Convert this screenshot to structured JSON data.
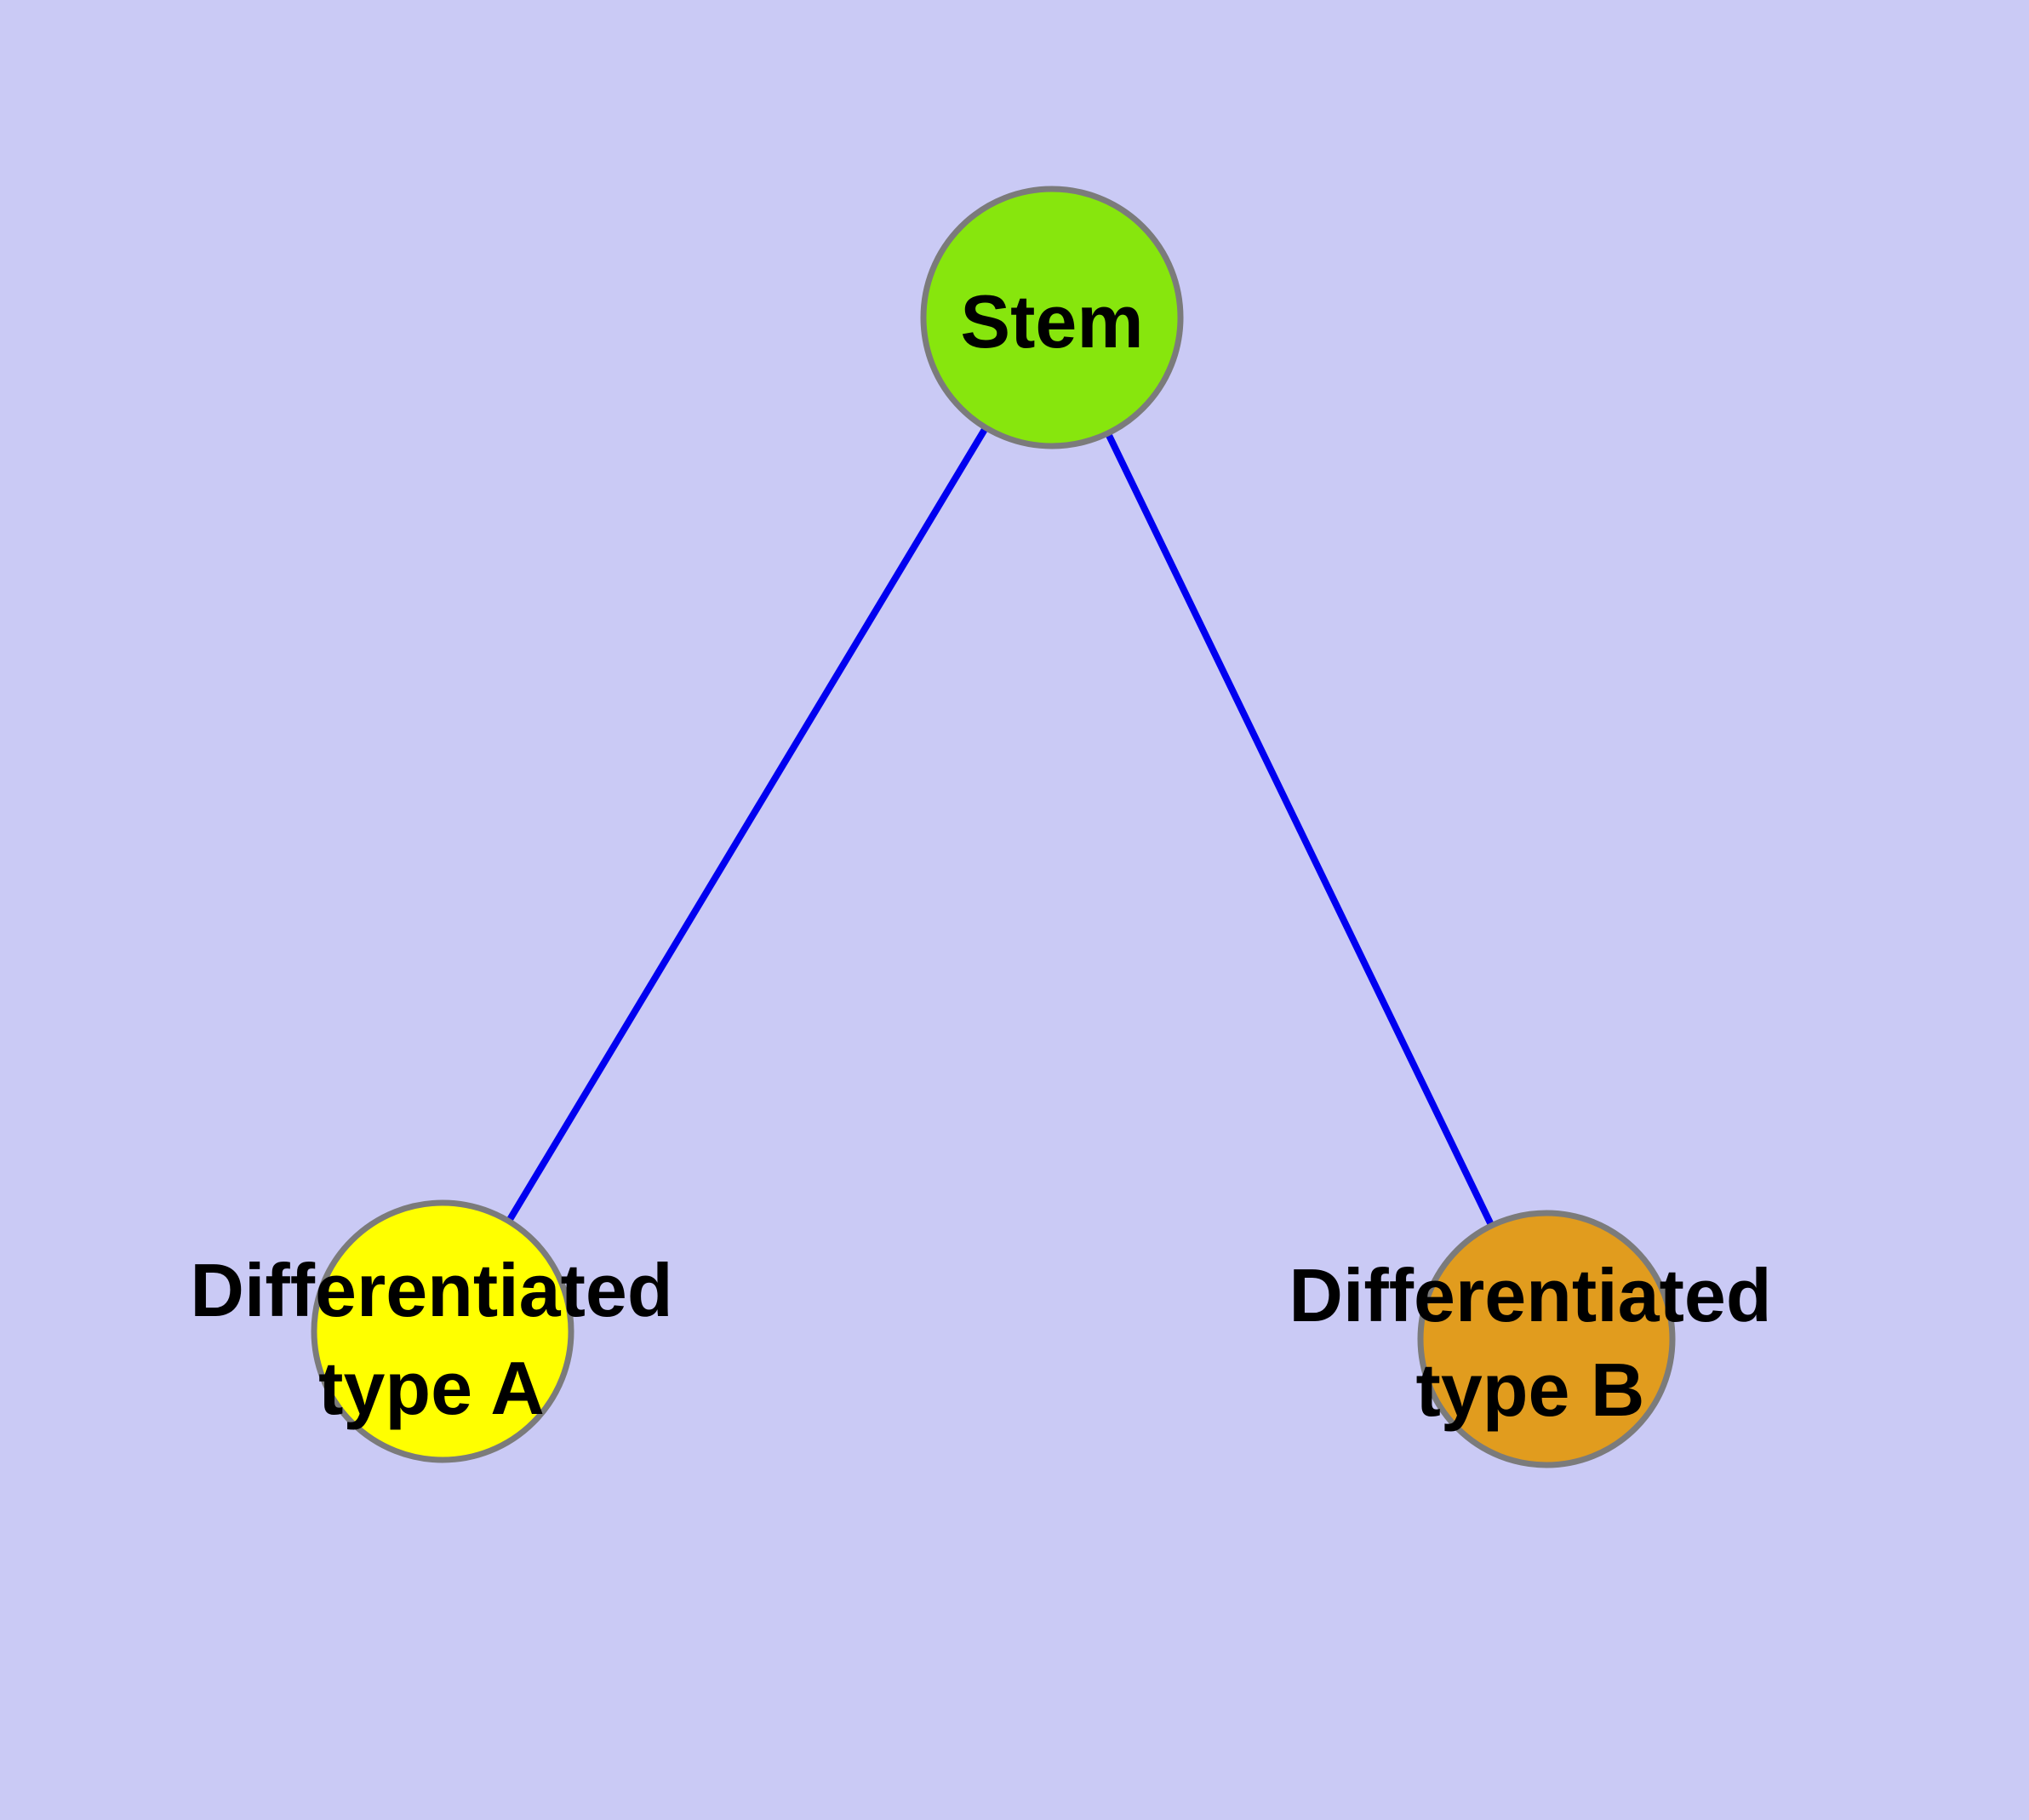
{
  "diagram": {
    "kind": "node-link-graph",
    "background_color": "#cacaf5",
    "edge_color": "#0000f0",
    "node_border_color": "#7b7b7b",
    "label_color": "#000000",
    "nodes": {
      "stem": {
        "label": "Stem",
        "fill": "#87e60d"
      },
      "type_a": {
        "label_line1": "Differentiated",
        "label_line2": "type A",
        "label_full": "Differentiated type A",
        "fill": "#ffff00"
      },
      "type_b": {
        "label_line1": "Differentiated",
        "label_line2": "type B",
        "label_full": "Differentiated type B",
        "fill": "#e19c1e"
      }
    },
    "edges": [
      {
        "from": "Stem",
        "to": "Differentiated type A"
      },
      {
        "from": "Stem",
        "to": "Differentiated type B"
      }
    ]
  }
}
